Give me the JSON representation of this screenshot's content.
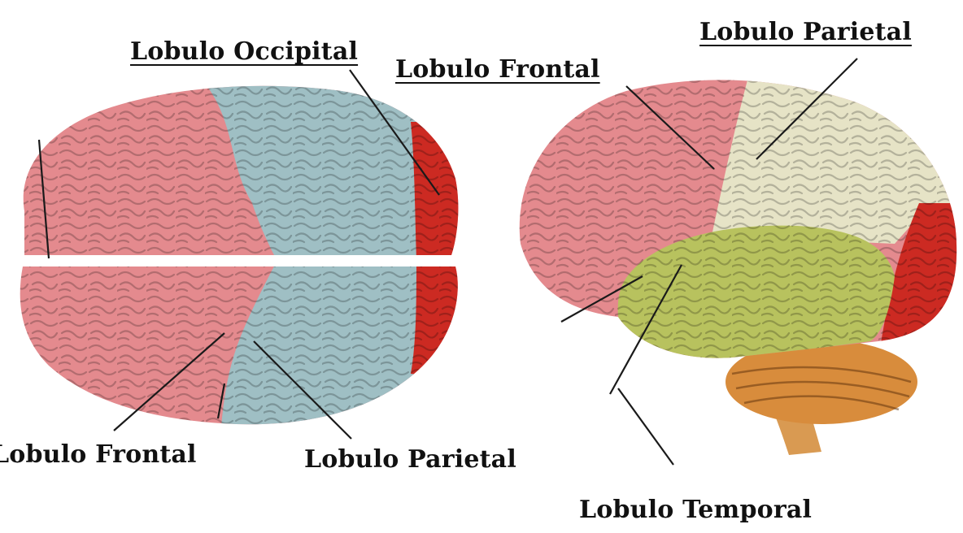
{
  "labels": {
    "occipital_top": "Lobulo Occipital",
    "frontal_top": "Lobulo Frontal",
    "parietal_top": "Lobulo Parietal",
    "frontal_bottom": "Lobulo Frontal",
    "parietal_bottom": "Lobulo Parietal",
    "temporal_bottom": "Lobulo Temporal"
  },
  "colors": {
    "frontal": "#e48a8e",
    "parietal_top_view": "#9fbfc4",
    "occipital": "#cc2a22",
    "parietal_side_view": "#e6e3c6",
    "temporal": "#b8c25e",
    "cerebellum": "#d88c3c",
    "brainstem": "#d99a52",
    "leader_line": "#1a1a1a"
  }
}
